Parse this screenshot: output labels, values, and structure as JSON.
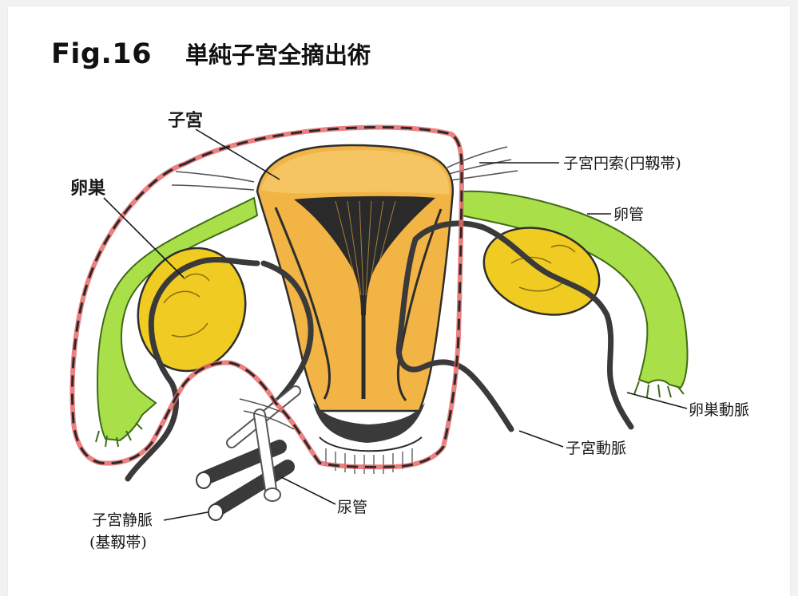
{
  "figure": {
    "number_label": "Fig.16",
    "title": "単純子宮全摘出術"
  },
  "labels": {
    "uterus": "子宮",
    "ovary": "卵巣",
    "round_ligament": "子宮円索(円靱帯)",
    "fallopian_tube": "卵管",
    "ovarian_artery": "卵巣動脈",
    "uterine_artery": "子宮動脈",
    "ureter": "尿管",
    "uterine_vein_line1": "子宮静脈",
    "uterine_vein_line2": "(基靱帯)"
  },
  "colors": {
    "uterus_fill": "#f2b444",
    "uterus_top": "#f5c463",
    "ovary_fill": "#f0cb22",
    "tube_fill": "#a9e04a",
    "vessel": "#3a3a3a",
    "resection_line": "#e86a6a",
    "cavity": "#2a2a2a"
  }
}
